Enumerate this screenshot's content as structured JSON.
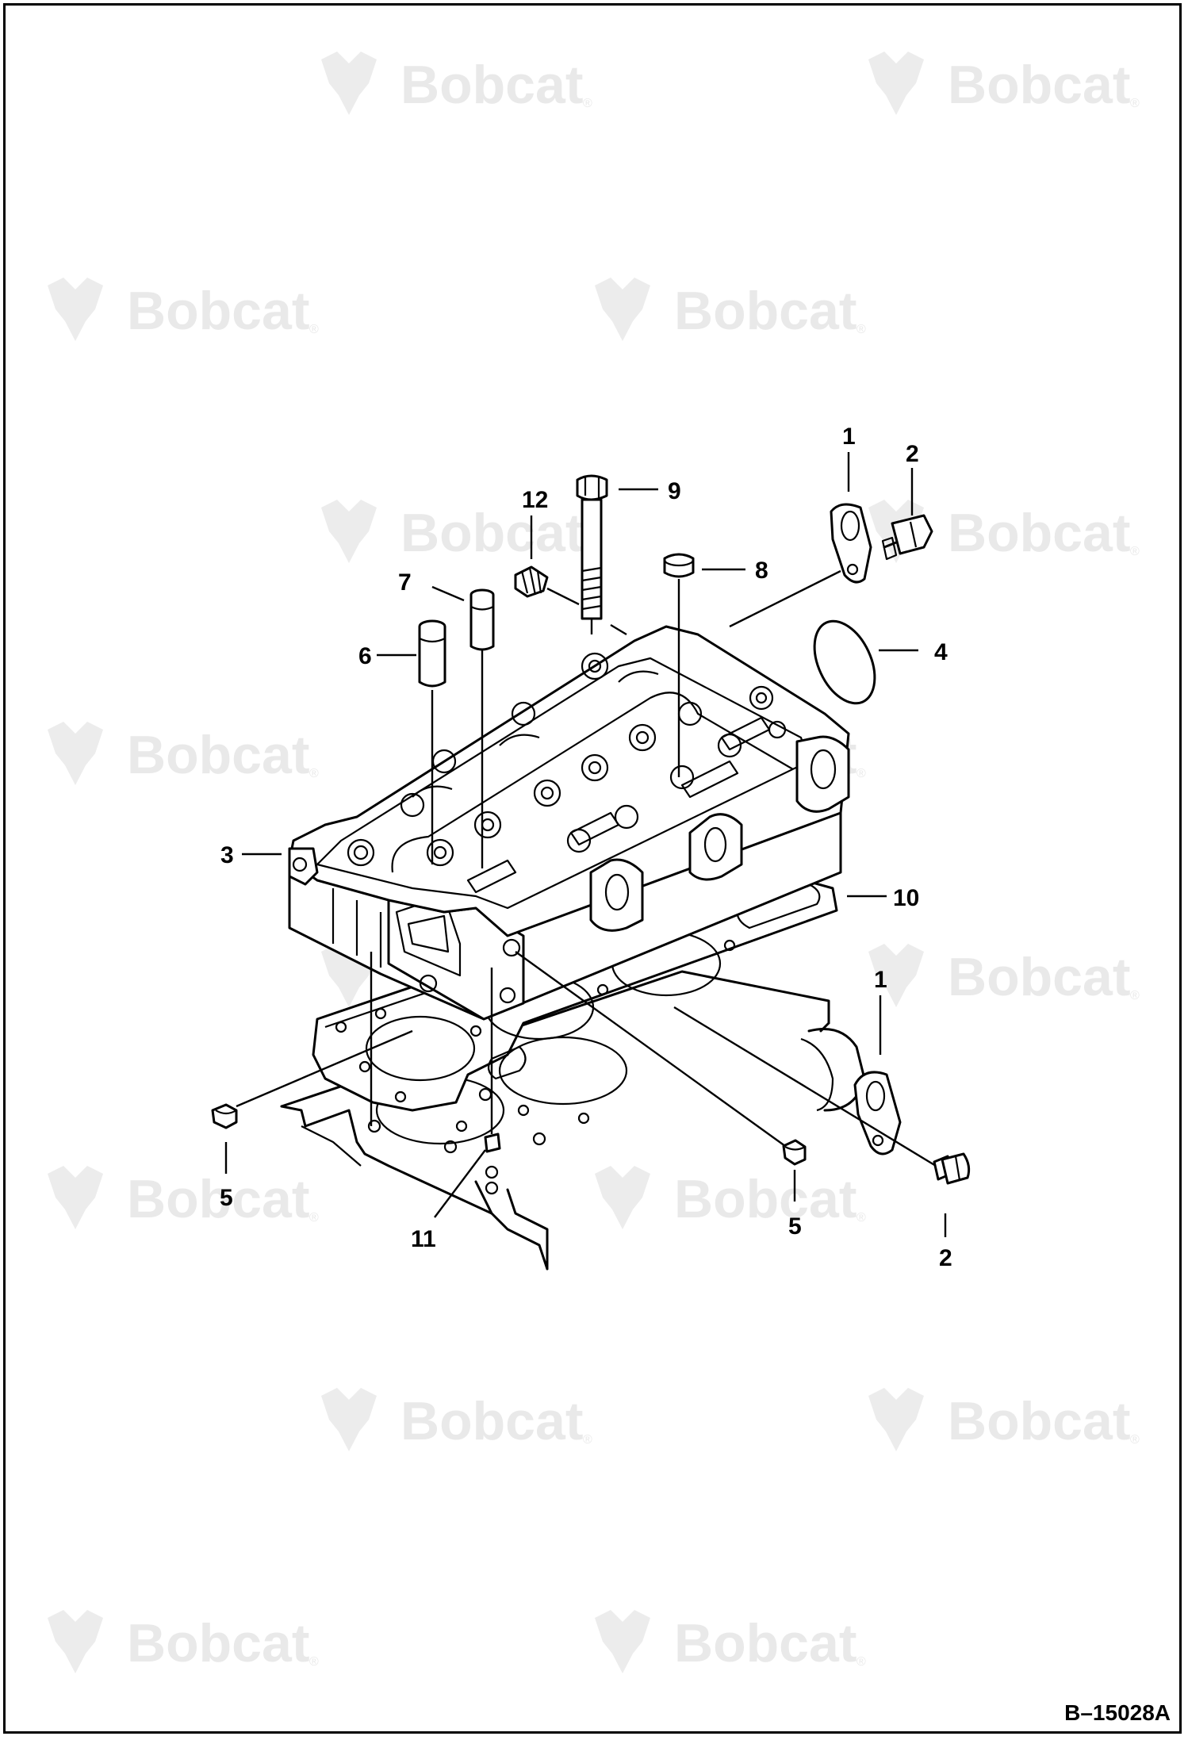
{
  "watermark": {
    "brand": "Bobcat",
    "registered": "®",
    "positions_note": ""
  },
  "callouts": {
    "c1a": "1",
    "c2a": "2",
    "c3": "3",
    "c4": "4",
    "c5a": "5",
    "c6": "6",
    "c7": "7",
    "c8": "8",
    "c9": "9",
    "c10": "10",
    "c11": "11",
    "c12": "12",
    "c1b": "1",
    "c2b": "2",
    "c5b": "5"
  },
  "reference": "B–15028A"
}
